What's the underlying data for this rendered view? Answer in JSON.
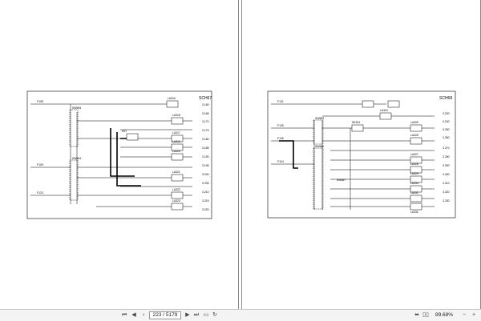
{
  "toolbar": {
    "first_page": "⏮",
    "prev_page": "◀",
    "page_value": "223 / 5179",
    "next_page": "▶",
    "last_page": "⏭",
    "fit_icon": "fit-page-icon",
    "rotate_icon": "rotate-icon",
    "fit_width_icon": "fit-width-icon",
    "zoom_out": "−",
    "zoom_value": "89.68%",
    "zoom_in": "+"
  },
  "left_page": {
    "header": "SCH67",
    "fuses": [
      "F108",
      "F109",
      "F123"
    ],
    "switches": [
      "SW563",
      "SW564"
    ],
    "relays": [
      "K01"
    ],
    "lamps": [
      "LA316",
      "LA318",
      "LA317",
      "LA319",
      "LA320",
      "LA321",
      "LA322",
      "LA323"
    ],
    "refs": [
      "3.160",
      "3.165",
      "3.170",
      "3.175",
      "3.180",
      "3.185",
      "3.190",
      "3.195",
      "3.200",
      "3.205",
      "3.210",
      "3.215",
      "3.220"
    ]
  },
  "right_page": {
    "header": "SCH68",
    "fuses": [
      "F121",
      "F125",
      "F126",
      "F124"
    ],
    "switches": [
      "SW565",
      "SW566",
      "SW567"
    ],
    "relays": [
      "SE301"
    ],
    "lamps": [
      "LA324",
      "LA325",
      "LA326",
      "LA327",
      "LA328",
      "LA329",
      "LA330",
      "LA331",
      "LA332"
    ],
    "refs": [
      "3.230",
      "3.240",
      "3.250",
      "3.260",
      "3.270",
      "3.280",
      "3.290",
      "3.300",
      "3.310",
      "3.320",
      "3.330"
    ]
  }
}
